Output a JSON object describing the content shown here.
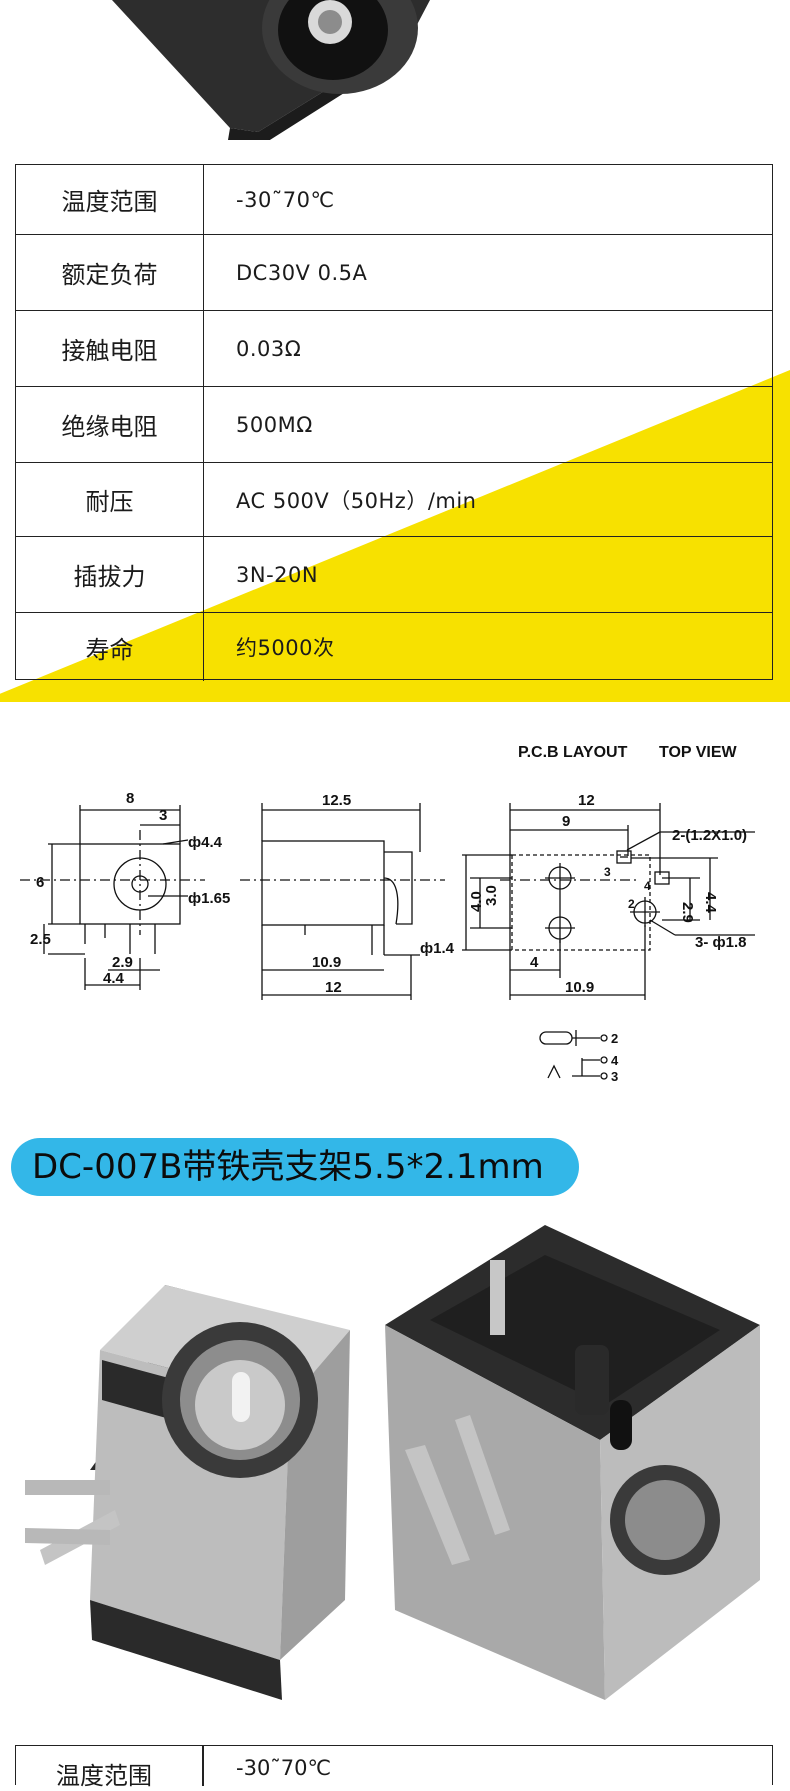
{
  "specs": [
    {
      "label": "温度范围",
      "value": "-30˜70℃"
    },
    {
      "label": "额定负荷",
      "value": "DC30V 0.5A"
    },
    {
      "label": "接触电阻",
      "value": "0.03Ω"
    },
    {
      "label": "绝缘电阻",
      "value": "500MΩ"
    },
    {
      "label": "耐压",
      "value": "AC 500V（50Hz）/min"
    },
    {
      "label": "插拔力",
      "value": "3N-20N"
    },
    {
      "label": "寿命",
      "value": "约5000次"
    }
  ],
  "drawing": {
    "heading_pcb": "P.C.B LAYOUT",
    "heading_top": "TOP VIEW",
    "front": {
      "width": "8",
      "offset": "3",
      "height": "6",
      "lower": "2.5",
      "hole_outer": "ф4.4",
      "hole_inner": "ф1.65",
      "pin_gap_a": "2.9",
      "pin_gap_b": "4.4"
    },
    "side": {
      "length": "12.5",
      "inner": "10.9",
      "total": "12",
      "pin": "ф1.4"
    },
    "pcb": {
      "width": "12",
      "offset": "9",
      "slot": "2-(1.2X1.0)",
      "h_outer": "4.0",
      "h_inner": "3.0",
      "r_inner": "2.9",
      "r_outer": "4.4",
      "bottom_a": "4",
      "bottom_b": "10.9",
      "hole": "3- ф1.8",
      "pin2": "2",
      "pin3": "3",
      "pin4": "4"
    },
    "schematic": {
      "p2": "2",
      "p4": "4",
      "p3": "3"
    }
  },
  "product_title": "DC-007B带铁壳支架5.5*2.1mm",
  "bottom_table": {
    "first_label": "温度范围",
    "first_value": "-30˜70℃"
  },
  "colors": {
    "accent_yellow": "#f7e100",
    "pill_blue": "#33b7e8",
    "line": "#222222"
  }
}
